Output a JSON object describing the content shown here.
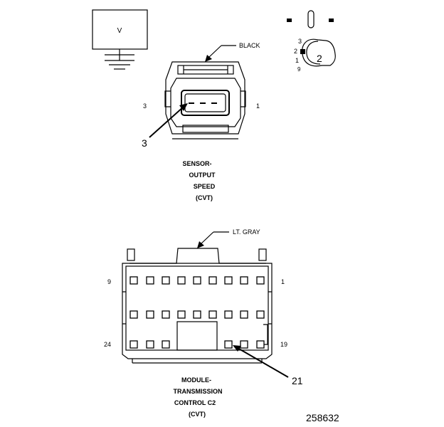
{
  "volt_box": {
    "label": "V"
  },
  "sensor_connector": {
    "color_label": "BLACK",
    "cavity_left": "3",
    "cavity_right": "1",
    "callout": "3",
    "caption": [
      "SENSOR-",
      "OUTPUT",
      "SPEED",
      "(CVT)"
    ]
  },
  "key_icon": {
    "pin_labels": [
      "3",
      "2",
      "1",
      "9"
    ],
    "callout": "2"
  },
  "module_connector": {
    "color_label": "LT. GRAY",
    "cavity_top_left": "9",
    "cavity_top_right": "1",
    "cavity_bottom_left": "24",
    "cavity_bottom_right": "19",
    "callout": "21",
    "caption": [
      "MODULE-",
      "TRANSMISSION",
      "CONTROL C2",
      "(CVT)"
    ]
  },
  "figure_number": "258632"
}
